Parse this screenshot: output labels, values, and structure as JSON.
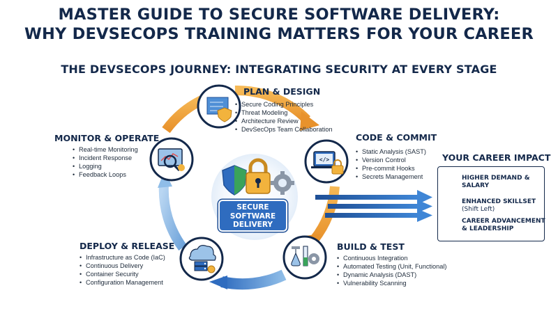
{
  "header": {
    "title_line1": "MASTER GUIDE TO SECURE SOFTWARE DELIVERY:",
    "title_line2": "WHY DEVSECOPS TRAINING MATTERS FOR YOUR CAREER",
    "subtitle": "THE DEVSECOPS JOURNEY: INTEGRATING SECURITY AT EVERY STAGE"
  },
  "center": {
    "line1": "SECURE",
    "line2": "SOFTWARE",
    "line3": "DELIVERY",
    "icons": [
      "shield-icon",
      "padlock-icon",
      "gear-icon"
    ]
  },
  "stages": {
    "plan": {
      "title": "PLAN & DESIGN",
      "icon": "blueprint-shield-icon",
      "items": [
        "Secure Coding Principles",
        "Threat Modeling",
        "Architecture Review",
        "DevSecOps Team Collaboration"
      ]
    },
    "code": {
      "title": "CODE & COMMIT",
      "icon": "laptop-code-lock-icon",
      "items": [
        "Static Analysis (SAST)",
        "Version Control",
        "Pre-commit Hooks",
        "Secrets Management"
      ]
    },
    "build": {
      "title": "BUILD & TEST",
      "icon": "lab-flask-icon",
      "items": [
        "Continuous Integration",
        "Automated Testing (Unit, Functional)",
        "Dynamic Analysis (DAST)",
        "Vulnerability Scanning"
      ]
    },
    "deploy": {
      "title": "DEPLOY & RELEASE",
      "icon": "cloud-server-icon",
      "items": [
        "Infrastructure as Code (IaC)",
        "Continuous Delivery",
        "Container Security",
        "Configuration Management"
      ]
    },
    "monitor": {
      "title": "MONITOR & OPERATE",
      "icon": "monitoring-screen-icon",
      "items": [
        "Real-time Monitoring",
        "Incident Response",
        "Logging",
        "Feedback Loops"
      ]
    }
  },
  "career": {
    "title": "YOUR CAREER IMPACT",
    "items": [
      {
        "line1": "HIGHER DEMAND &",
        "line2": "SALARY",
        "icon": "growth-chart-icon"
      },
      {
        "line1": "ENHANCED SKILLSET",
        "line2": "(Shift Left)",
        "icon": "brain-icon"
      },
      {
        "line1": "CAREER ADVANCEMENT",
        "line2": "& LEADERSHIP",
        "icon": "promotion-arrow-icon"
      }
    ]
  },
  "colors": {
    "navy": "#13284a",
    "blue": "#2f6cbf",
    "light_blue": "#9cc3e8",
    "orange": "#f0a33a",
    "red": "#e05050",
    "green": "#3aa35a"
  }
}
